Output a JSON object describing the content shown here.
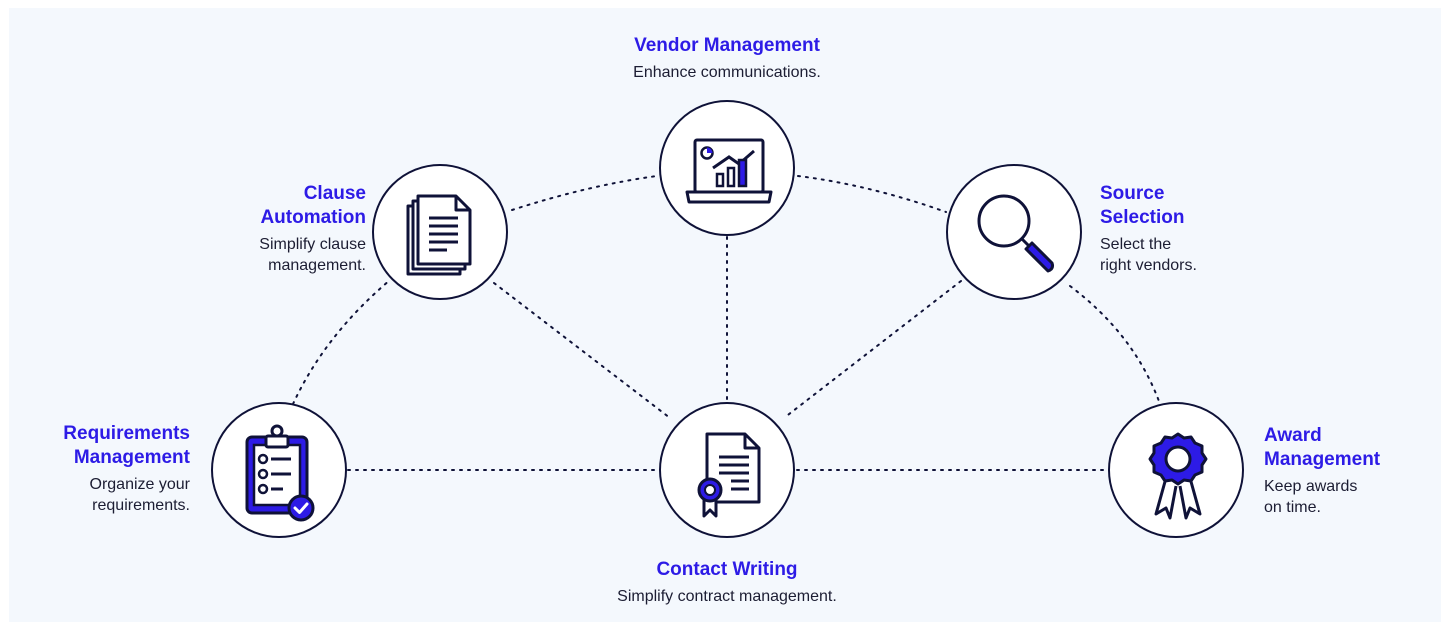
{
  "colors": {
    "title": "#2d1be6",
    "accent": "#2d1be6",
    "stroke": "#0f1238",
    "background": "#f4f8fd"
  },
  "nodes": {
    "vendor": {
      "title": "Vendor Management",
      "desc": "Enhance communications.",
      "icon": "laptop-chart-icon"
    },
    "clause": {
      "title_lines": [
        "Clause",
        "Automation"
      ],
      "desc_lines": [
        "Simplify clause",
        "management."
      ],
      "icon": "document-stack-icon"
    },
    "source": {
      "title_lines": [
        "Source",
        "Selection"
      ],
      "desc_lines": [
        "Select the",
        "right vendors."
      ],
      "icon": "magnifier-icon"
    },
    "requirements": {
      "title_lines": [
        "Requirements",
        "Management"
      ],
      "desc_lines": [
        "Organize your",
        "requirements."
      ],
      "icon": "clipboard-checklist-icon"
    },
    "contract": {
      "title": "Contact Writing",
      "desc": "Simplify contract management.",
      "icon": "certificate-document-icon"
    },
    "award": {
      "title_lines": [
        "Award",
        "Management"
      ],
      "desc_lines": [
        "Keep awards",
        "on time."
      ],
      "icon": "award-ribbon-icon"
    }
  }
}
